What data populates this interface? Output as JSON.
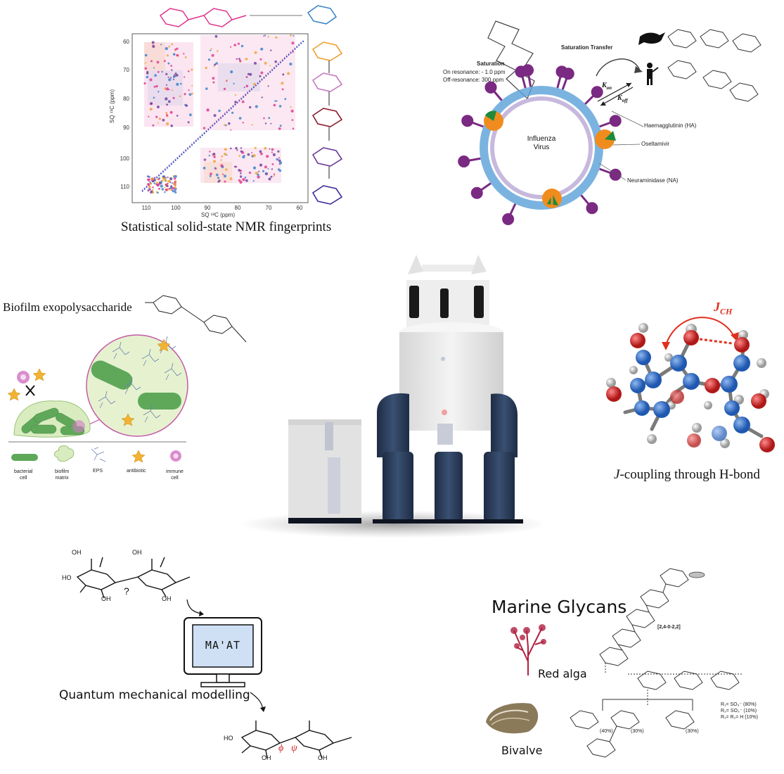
{
  "nmr_panel": {
    "caption": "Statistical solid-state NMR fingerprints",
    "y_axis_label": "SQ ¹³C (ppm)",
    "x_axis_label": "SQ ¹³C (ppm)",
    "y_ticks": [
      "60",
      "70",
      "80",
      "90",
      "100",
      "110"
    ],
    "x_ticks": [
      "110",
      "100",
      "90",
      "80",
      "70",
      "60"
    ],
    "colors": {
      "magenta": "#e0328c",
      "orange": "#f0a030",
      "blue": "#2f7fc8",
      "purple": "#6a3a9a",
      "darkred": "#8c1c2c",
      "pink": "#c67ac0"
    }
  },
  "influenza_panel": {
    "saturation_title": "Saturation",
    "on_resonance": "On resonance: - 1.0 ppm",
    "off_resonance": "Off-resonance: 300 ppm",
    "saturation_transfer": "Saturation Transfer",
    "k_on": "K",
    "k_on_sub": "on",
    "k_off": "K",
    "k_off_sub": "off",
    "virus_label_1": "Influenza",
    "virus_label_2": "Virus",
    "ha_label": "Haemagglutinin (HA)",
    "oseltamivir_label": "Oseltamivir",
    "na_label": "Neuraminidase (NA)",
    "colors": {
      "ring": "#5aa0d8",
      "spike": "#7a2a82",
      "na": "#f08c1e",
      "drug": "#1e8a3c"
    }
  },
  "biofilm_panel": {
    "title": "Biofilm exopolysaccharide",
    "legend": [
      "bacterial cell",
      "biofilm matrix",
      "EPS",
      "antibiotic",
      "immune cell"
    ],
    "legend_lines": [
      [
        "bacterial",
        "cell"
      ],
      [
        "biofilm",
        "matrix"
      ],
      [
        "EPS"
      ],
      [
        "antibiotic"
      ],
      [
        "immune",
        "cell"
      ]
    ],
    "colors": {
      "cell": "#5fa85a",
      "matrix": "#d9ecbf",
      "circle_border": "#c45aa8",
      "star": "#f2b233",
      "immune": "#d27ac4"
    }
  },
  "jcoupling_panel": {
    "label_j": "J",
    "label_ch": "CH",
    "caption_italic": "J",
    "caption_rest": "-coupling through H-bond",
    "colors": {
      "carbon": "#2f6fc0",
      "oxygen": "#d02c2c",
      "hydrogen": "#dcdcdc",
      "arrow": "#e0301e"
    }
  },
  "maat_panel": {
    "screen_text": "MA'AT",
    "question_mark": "?",
    "caption": "Quantum mechanical modelling",
    "phi": "ϕ",
    "psi": "ψ",
    "oh": "OH",
    "ho": "HO"
  },
  "marine_panel": {
    "title": "Marine Glycans",
    "red_alga": "Red alga",
    "bivalve": "Bivalve",
    "linkage": "[2,4-0-2,2]",
    "pct_40": "(40%)",
    "pct_30a": "(30%)",
    "pct_30b": "(30%)",
    "r_lines": [
      "R₁= SO₃⁻ (80%)",
      "R₂= SO₃⁻ (10%)",
      "R₁= R₂= H (10%)"
    ],
    "colors": {
      "alga": "#b02040",
      "shell": "#8a7a5a"
    }
  },
  "nmr_instrument": {
    "colors": {
      "magnet": "#e8e8e8",
      "legs": "#2c3e5c",
      "cabinet": "#dedede"
    }
  }
}
